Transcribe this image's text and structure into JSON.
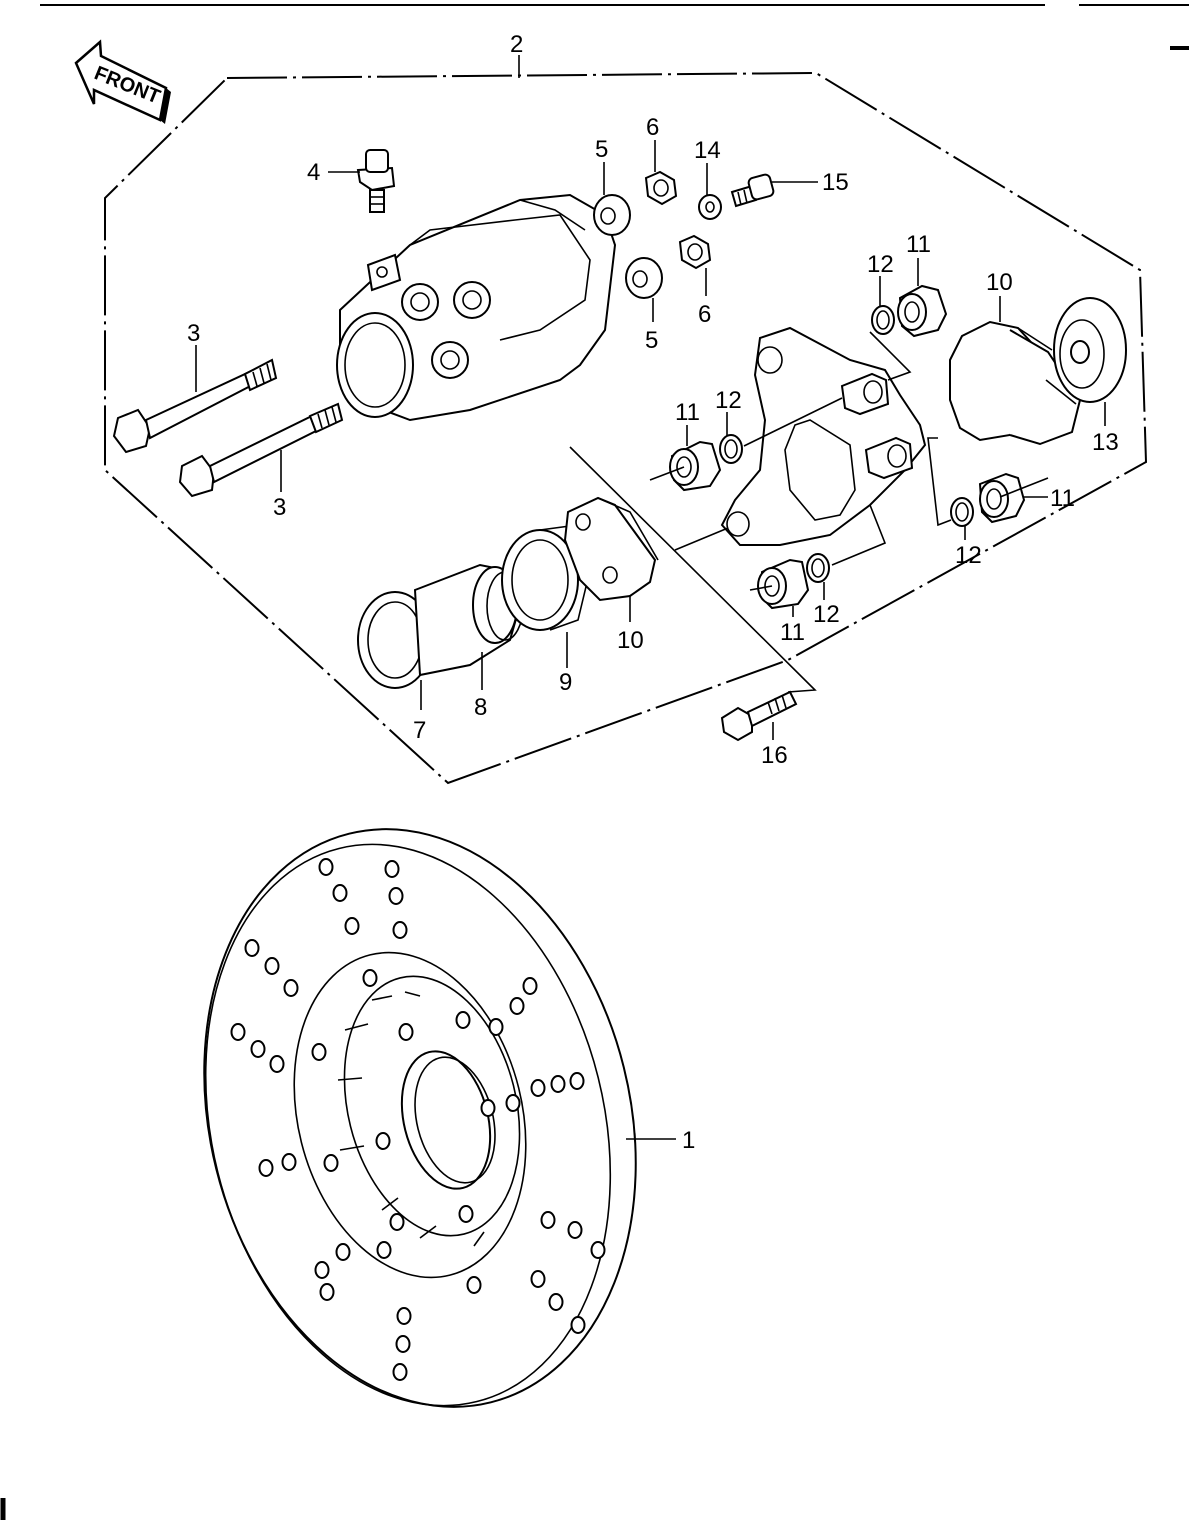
{
  "front_label": "FRONT",
  "callouts": {
    "c1": "1",
    "c2": "2",
    "c3a": "3",
    "c3b": "3",
    "c4": "4",
    "c5a": "5",
    "c5b": "5",
    "c6a": "6",
    "c6b": "6",
    "c7": "7",
    "c8": "8",
    "c9": "9",
    "c10a": "10",
    "c10b": "10",
    "c11a": "11",
    "c11b": "11",
    "c11c": "11",
    "c11d": "11",
    "c12a": "12",
    "c12b": "12",
    "c12c": "12",
    "c12d": "12",
    "c13": "13",
    "c14": "14",
    "c15": "15",
    "c16": "16"
  },
  "colors": {
    "ink": "#000000",
    "paper": "#ffffff"
  }
}
